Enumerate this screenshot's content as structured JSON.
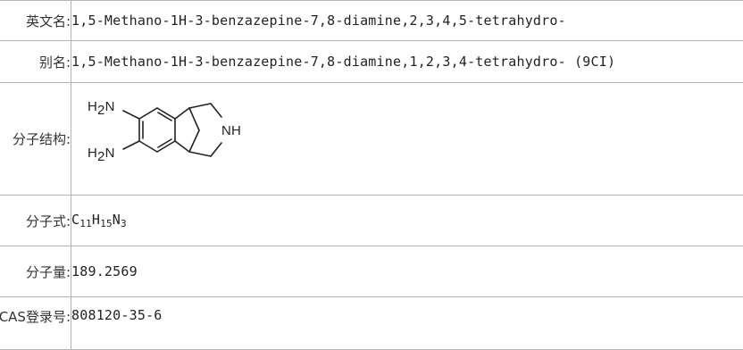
{
  "rows": {
    "english_name": {
      "label": "英文名:",
      "value": "1,5-Methano-1H-3-benzazepine-7,8-diamine,2,3,4,5-tetrahydro-"
    },
    "alias": {
      "label": "别名:",
      "value": "1,5-Methano-1H-3-benzazepine-7,8-diamine,1,2,3,4-tetrahydro- (9CI)"
    },
    "structure": {
      "label": "分子结构:",
      "atoms": {
        "amine_top_h": "H",
        "amine_top_sub": "2",
        "amine_top_n": "N",
        "amine_bottom_h": "H",
        "amine_bottom_sub": "2",
        "amine_bottom_n": "N",
        "nh": "NH"
      }
    },
    "formula": {
      "label": "分子式:",
      "parts": [
        {
          "el": "C",
          "n": "11"
        },
        {
          "el": "H",
          "n": "15"
        },
        {
          "el": "N",
          "n": "3"
        }
      ]
    },
    "mol_weight": {
      "label": "分子量:",
      "value": "189.2569"
    },
    "cas": {
      "label": "CAS登录号:",
      "value": "808120-35-6"
    }
  },
  "colors": {
    "border": "#b4b4b4",
    "text": "#222222"
  }
}
